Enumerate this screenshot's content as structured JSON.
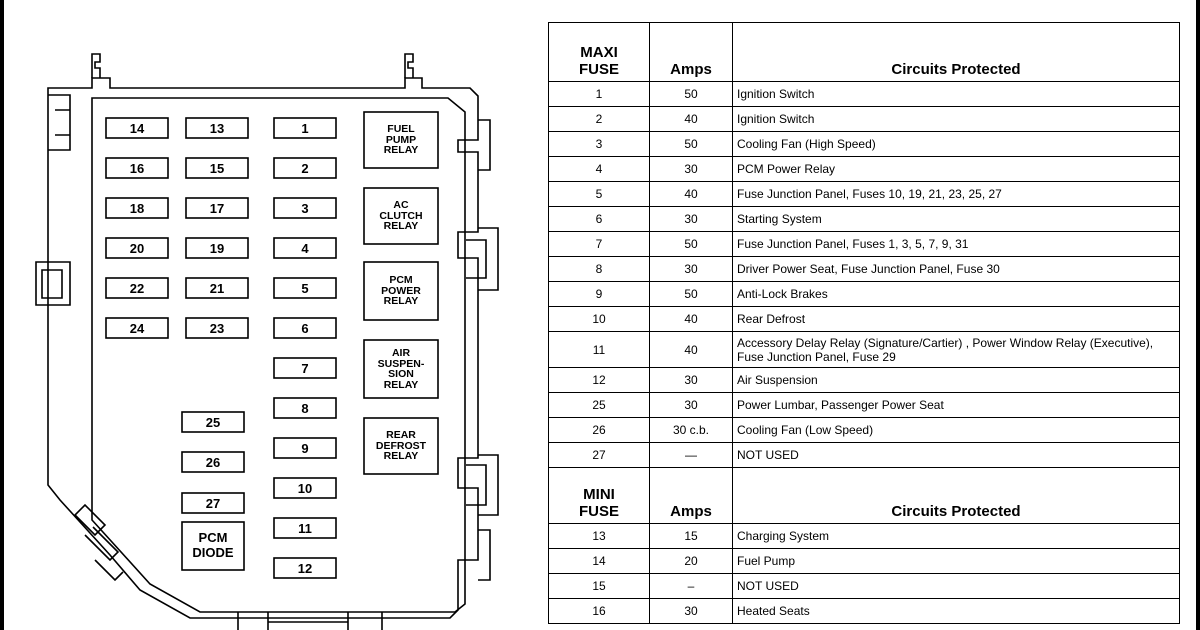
{
  "diagram": {
    "fuses_left": [
      {
        "num": "14"
      },
      {
        "num": "13"
      },
      {
        "num": "1"
      },
      {
        "num": "16"
      },
      {
        "num": "15"
      },
      {
        "num": "2"
      },
      {
        "num": "18"
      },
      {
        "num": "17"
      },
      {
        "num": "3"
      },
      {
        "num": "20"
      },
      {
        "num": "19"
      },
      {
        "num": "4"
      },
      {
        "num": "22"
      },
      {
        "num": "21"
      },
      {
        "num": "5"
      },
      {
        "num": "24"
      },
      {
        "num": "23"
      },
      {
        "num": "6"
      },
      {
        "num": "7"
      },
      {
        "num": "8"
      },
      {
        "num": "25"
      },
      {
        "num": "9"
      },
      {
        "num": "26"
      },
      {
        "num": "10"
      },
      {
        "num": "27"
      },
      {
        "num": "11"
      },
      {
        "num": "12"
      }
    ],
    "relays": [
      {
        "label": "FUEL\nPUMP\nRELAY"
      },
      {
        "label": "AC\nCLUTCH\nRELAY"
      },
      {
        "label": "PCM\nPOWER\nRELAY"
      },
      {
        "label": "AIR\nSUSPEN-\nSION\nRELAY"
      },
      {
        "label": "REAR\nDEFROST\nRELAY"
      }
    ],
    "diode": {
      "label": "PCM\nDIODE"
    }
  },
  "table": {
    "maxi_header": {
      "fuse": "MAXI\nFUSE",
      "amps": "Amps",
      "circuits": "Circuits Protected"
    },
    "maxi_rows": [
      {
        "fuse": "1",
        "amps": "50",
        "circuit": "Ignition Switch"
      },
      {
        "fuse": "2",
        "amps": "40",
        "circuit": "Ignition Switch"
      },
      {
        "fuse": "3",
        "amps": "50",
        "circuit": "Cooling Fan (High Speed)"
      },
      {
        "fuse": "4",
        "amps": "30",
        "circuit": "PCM Power Relay"
      },
      {
        "fuse": "5",
        "amps": "40",
        "circuit": "Fuse Junction Panel, Fuses 10, 19, 21, 23, 25, 27"
      },
      {
        "fuse": "6",
        "amps": "30",
        "circuit": "Starting System"
      },
      {
        "fuse": "7",
        "amps": "50",
        "circuit": "Fuse Junction Panel, Fuses 1, 3, 5, 7, 9, 31"
      },
      {
        "fuse": "8",
        "amps": "30",
        "circuit": "Driver Power Seat, Fuse Junction Panel, Fuse 30"
      },
      {
        "fuse": "9",
        "amps": "50",
        "circuit": "Anti-Lock Brakes"
      },
      {
        "fuse": "10",
        "amps": "40",
        "circuit": "Rear Defrost"
      },
      {
        "fuse": "11",
        "amps": "40",
        "circuit": "Accessory  Delay Relay (Signature/Cartier) , Power Window Relay (Executive), Fuse Junction Panel, Fuse 29"
      },
      {
        "fuse": "12",
        "amps": "30",
        "circuit": "Air Suspension"
      },
      {
        "fuse": "25",
        "amps": "30",
        "circuit": "Power Lumbar, Passenger Power Seat"
      },
      {
        "fuse": "26",
        "amps": "30 c.b.",
        "circuit": "Cooling Fan (Low Speed)"
      },
      {
        "fuse": "27",
        "amps": "—",
        "circuit": "NOT USED"
      }
    ],
    "mini_header": {
      "fuse": "MINI\nFUSE",
      "amps": "Amps",
      "circuits": "Circuits Protected"
    },
    "mini_rows": [
      {
        "fuse": "13",
        "amps": "15",
        "circuit": "Charging System"
      },
      {
        "fuse": "14",
        "amps": "20",
        "circuit": "Fuel Pump"
      },
      {
        "fuse": "15",
        "amps": "–",
        "circuit": "NOT USED"
      },
      {
        "fuse": "16",
        "amps": "30",
        "circuit": "Heated Seats"
      }
    ]
  }
}
